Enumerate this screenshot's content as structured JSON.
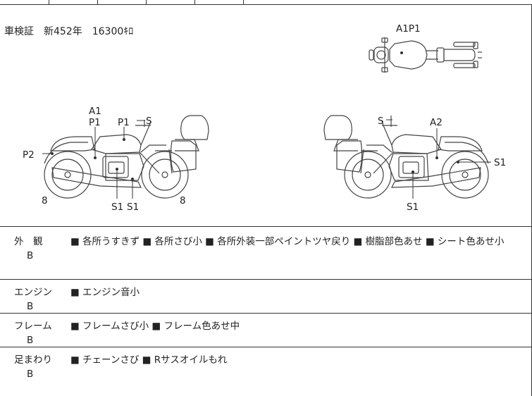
{
  "registration": {
    "text": "車検証　新452年　16300ｷﾛ"
  },
  "top_view": {
    "label": "A1P1"
  },
  "left_bike": {
    "labels": {
      "a1": "A1",
      "p1a": "P1",
      "p1b": "P1",
      "s_top": "S",
      "p2": "P2",
      "eight_left": "8",
      "eight_right": "8",
      "s1a": "S1",
      "s1b": "S1"
    }
  },
  "right_bike": {
    "labels": {
      "s_top": "S",
      "a2": "A2",
      "s1_right": "S1",
      "s1_bottom": "S1"
    }
  },
  "rows": [
    {
      "category": "外　観",
      "grade": "B",
      "notes": "■ 各所うすきず ■ 各所さび小 ■ 各所外装一部ペイントツヤ戻り ■ 樹脂部色あせ ■ シート色あせ小"
    },
    {
      "category": "エンジン",
      "grade": "B",
      "notes": "■ エンジン音小"
    },
    {
      "category": "フレーム",
      "grade": "B",
      "notes": "■ フレームさび小 ■ フレーム色あせ中"
    },
    {
      "category": "足まわり",
      "grade": "B",
      "notes": "■ チェーンさび ■ Rサスオイルもれ"
    }
  ]
}
